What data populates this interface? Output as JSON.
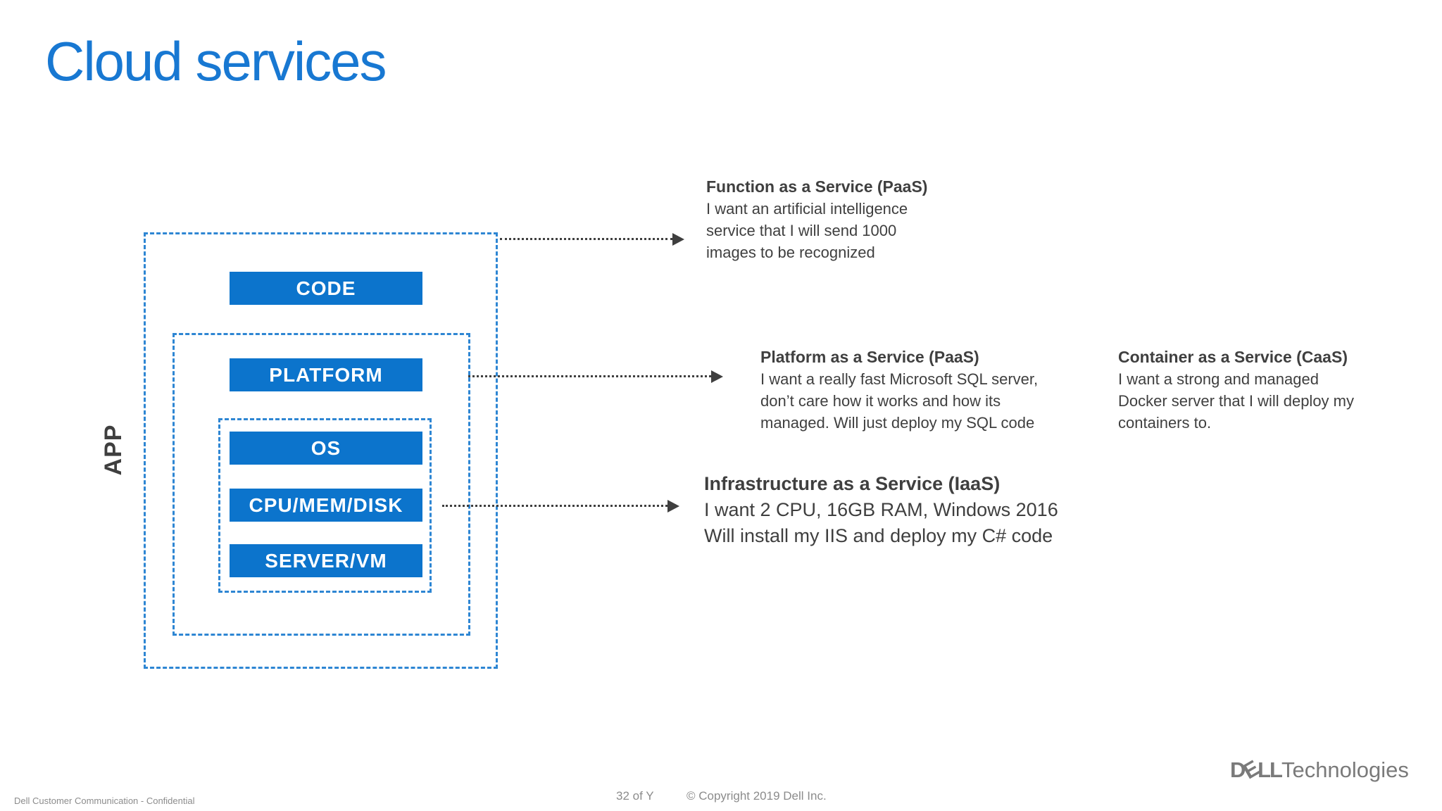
{
  "colors": {
    "title_blue": "#1878d2",
    "bar_blue": "#0c74cc",
    "dash_blue": "#2e86d3",
    "ink": "#3f3f3f",
    "muted": "#8c8c8c",
    "logo_gray": "#7a7a7a"
  },
  "title": "Cloud services",
  "diagram": {
    "app_label": "APP",
    "layers": [
      "CODE",
      "PLATFORM",
      "OS",
      "CPU/MEM/DISK",
      "SERVER/VM"
    ]
  },
  "services": {
    "faas": {
      "heading": "Function as a Service (PaaS)",
      "body": "I want an artificial intelligence\nservice that I will send 1000\nimages to be recognized"
    },
    "paas": {
      "heading": "Platform as a Service (PaaS)",
      "body": "I want a really fast Microsoft SQL server,\ndon’t care how it works and how its\nmanaged. Will just deploy my SQL code"
    },
    "caas": {
      "heading": "Container as a Service (CaaS)",
      "body": "I want a strong and managed\nDocker server that I will deploy my\ncontainers to."
    },
    "iaas": {
      "heading": "Infrastructure as a Service (IaaS)",
      "body": "I want 2 CPU, 16GB RAM, Windows 2016\nWill install my IIS and deploy my C# code"
    }
  },
  "footer": {
    "confidential": "Dell Customer Communication - Confidential",
    "page": "32 of Y",
    "copyright": "© Copyright 2019 Dell Inc.",
    "logo": {
      "d": "D",
      "e": "E",
      "l1": "L",
      "l2": "L",
      "wordmark": "Technologies"
    }
  }
}
